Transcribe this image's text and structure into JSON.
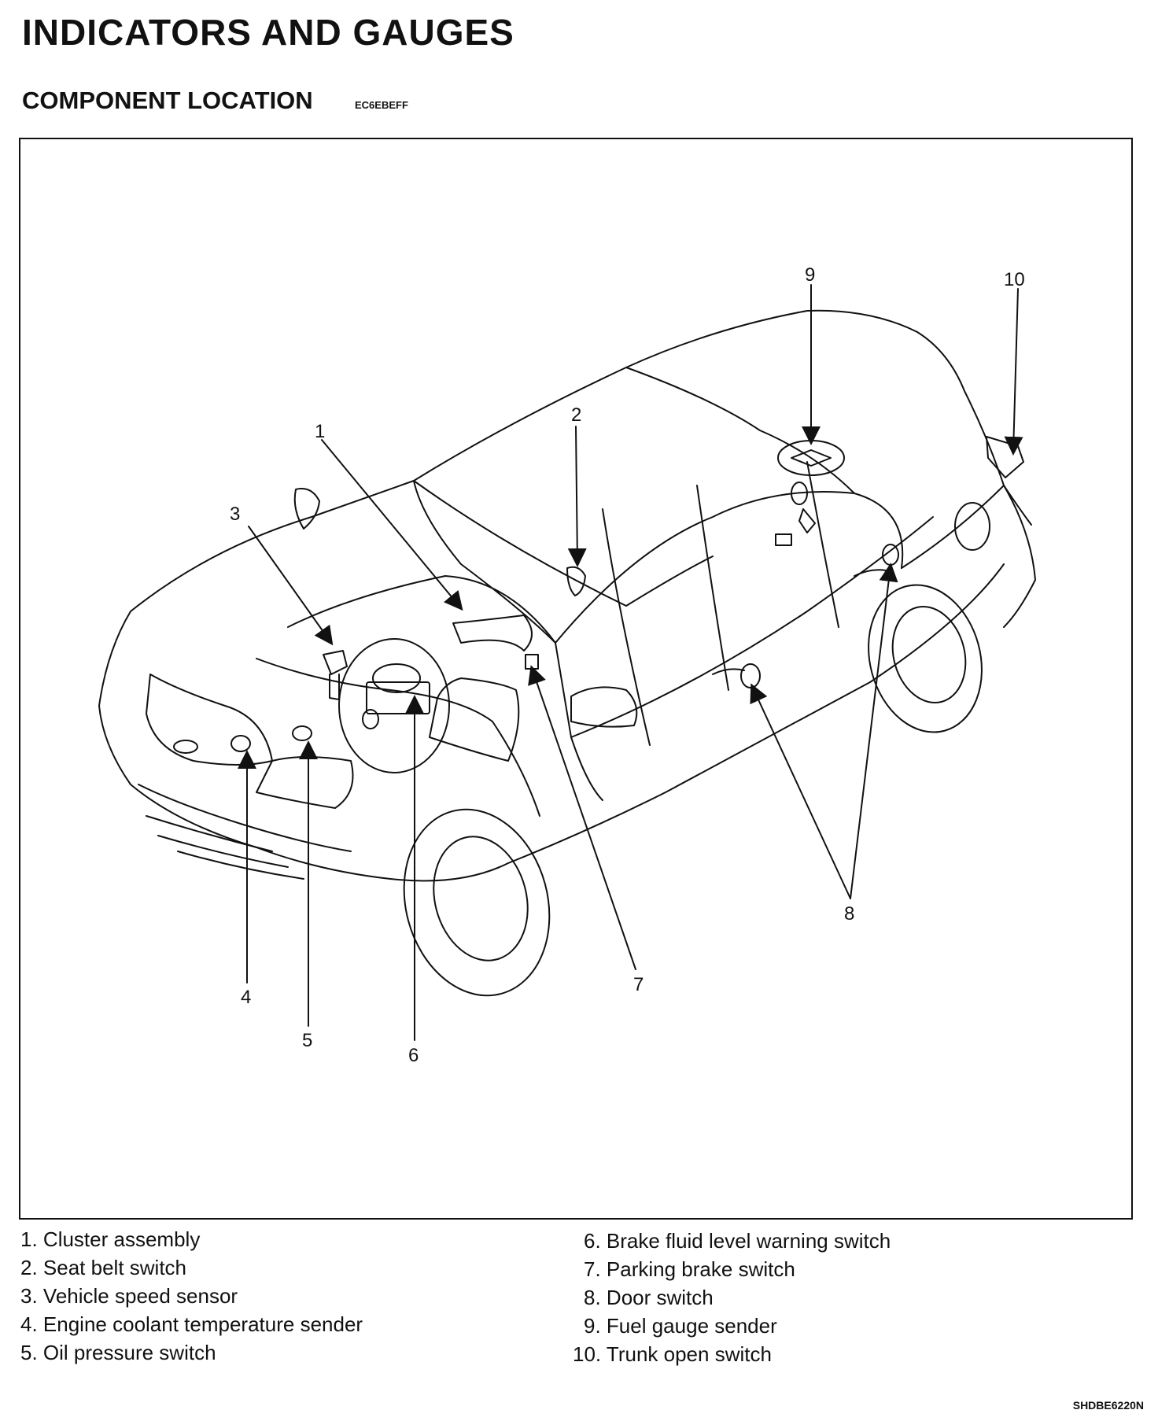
{
  "page": {
    "title": "INDICATORS AND GAUGES",
    "section_title": "COMPONENT LOCATION",
    "section_code": "EC6EBEFF",
    "figure_code": "SHDBE6220N"
  },
  "diagram": {
    "callouts": [
      "1",
      "2",
      "3",
      "4",
      "5",
      "6",
      "7",
      "8",
      "9",
      "10"
    ]
  },
  "legend": {
    "left": [
      {
        "num": "1.",
        "label": "Cluster assembly"
      },
      {
        "num": "2.",
        "label": "Seat belt switch"
      },
      {
        "num": "3.",
        "label": "Vehicle speed sensor"
      },
      {
        "num": "4.",
        "label": "Engine coolant temperature sender"
      },
      {
        "num": "5.",
        "label": "Oil pressure switch"
      }
    ],
    "right": [
      {
        "num": "6.",
        "label": "Brake fluid level warning switch"
      },
      {
        "num": "7.",
        "label": "Parking brake switch"
      },
      {
        "num": "8.",
        "label": "Door switch"
      },
      {
        "num": "9.",
        "label": "Fuel gauge sender"
      },
      {
        "num": "10.",
        "label": "Trunk open switch"
      }
    ]
  }
}
